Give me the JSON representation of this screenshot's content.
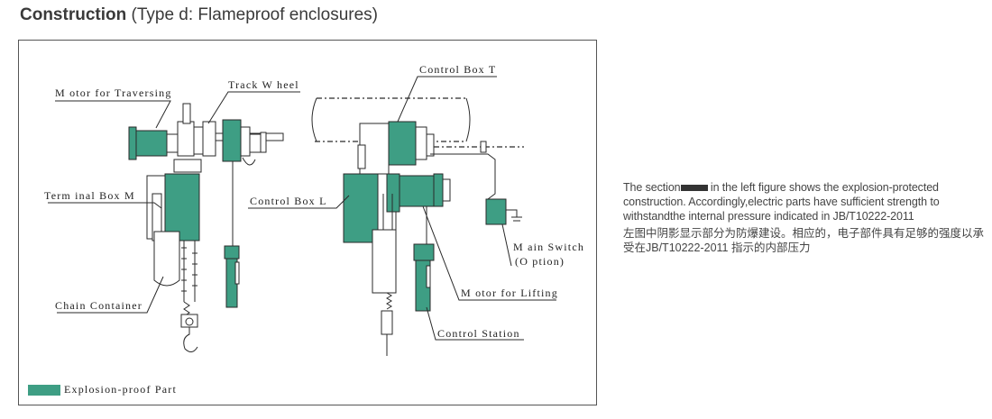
{
  "heading": {
    "bold": "Construction",
    "normal": " (Type d: Flameproof enclosures)"
  },
  "labels": {
    "motor_traversing": "M otor for Traversing",
    "track_wheel": "Track W heel",
    "control_box_t": "Control Box T",
    "terminal_box_m": "Term inal Box M",
    "control_box_l": "Control Box L",
    "main_switch_line1": "M ain Switch",
    "main_switch_line2": "(O ption)",
    "chain_container": "Chain Container",
    "motor_lifting": "M otor for Lifting",
    "control_station": "Control Station"
  },
  "legend": {
    "label": "Explosion-proof Part",
    "color": "#3e9e84"
  },
  "description": {
    "en_before_bar": "The section",
    "en_after_bar": " in the left figure shows the explosion-protected construction. Accordingly,electric parts have sufficient strength to withstandthe internal pressure indicated in  JB/T10222-2011",
    "cn": "左图中阴影显示部分为防爆建设。相应的，电子部件具有足够的强度以承受在JB/T10222-2011 指示的内部压力"
  },
  "colors": {
    "explosion_proof": "#3e9e84",
    "line": "#333333"
  }
}
